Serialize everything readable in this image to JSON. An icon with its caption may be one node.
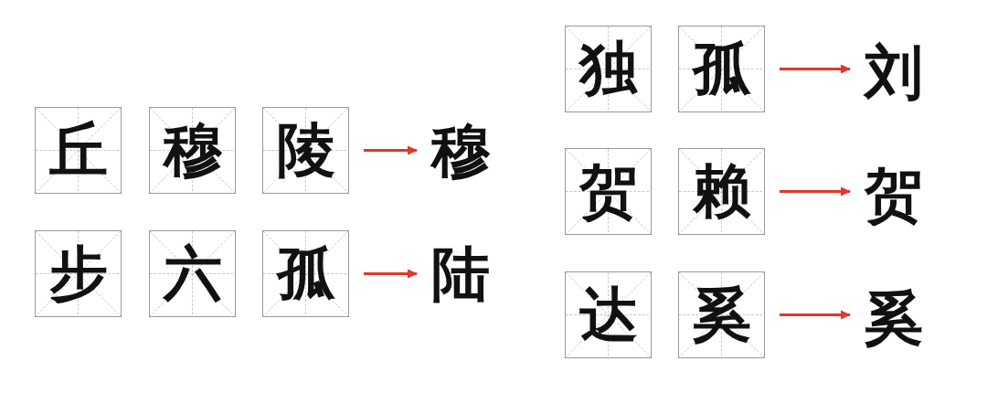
{
  "diagram": {
    "nodes": [
      {
        "text": [
          "丘"
        ]
      },
      {
        "text": [
          "穆"
        ]
      },
      {
        "text": [
          "陵"
        ]
      },
      {
        "text": [
          "穆"
        ]
      },
      {
        "text": [
          "步"
        ]
      },
      {
        "text": [
          "六"
        ]
      },
      {
        "text": [
          "孤"
        ]
      },
      {
        "text": [
          "陆"
        ]
      },
      {
        "text": [
          "独"
        ]
      },
      {
        "text": [
          "孤"
        ]
      },
      {
        "text": [
          "刘"
        ]
      },
      {
        "text": [
          "贺"
        ]
      },
      {
        "text": [
          "赖"
        ]
      },
      {
        "text": [
          "贺"
        ]
      },
      {
        "text": [
          "达"
        ]
      },
      {
        "text": [
          "奚"
        ]
      },
      {
        "text": [
          "奚"
        ]
      }
    ],
    "edges": [
      {
        "from": 2,
        "to": 3,
        "arrow": "to"
      },
      {
        "from": 6,
        "to": 7,
        "arrow": "to"
      },
      {
        "from": 9,
        "to": 10,
        "arrow": "to"
      },
      {
        "from": 12,
        "to": 13,
        "arrow": "to"
      },
      {
        "from": 15,
        "to": 16,
        "arrow": "to"
      }
    ]
  }
}
